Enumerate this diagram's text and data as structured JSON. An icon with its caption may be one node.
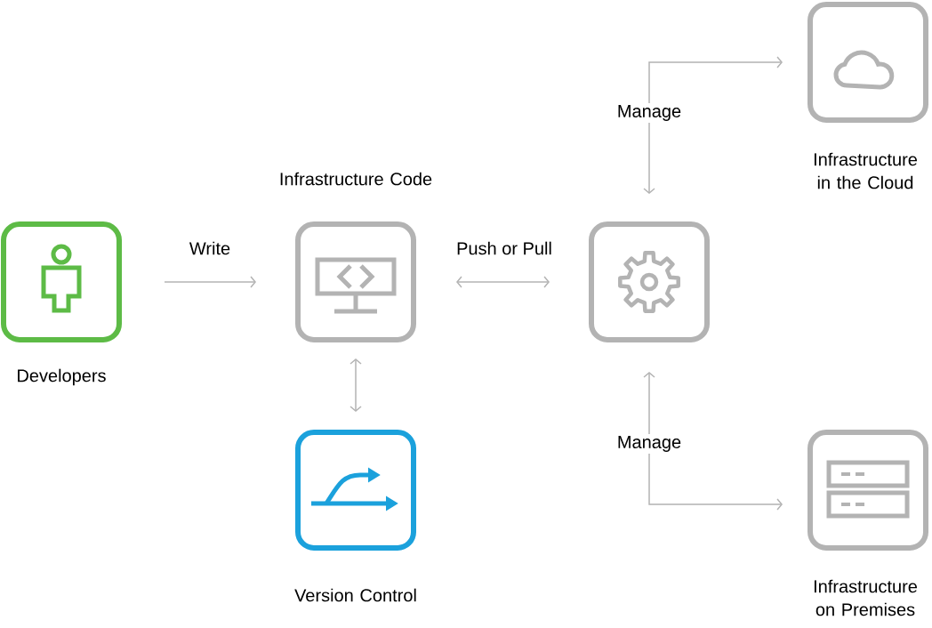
{
  "diagram": {
    "nodes": [
      {
        "text": [
          "Developers"
        ]
      },
      {
        "text": [
          "Infrastructure Code"
        ]
      },
      {
        "text": [],
        "shape": "box"
      },
      {
        "text": [
          "Version Control"
        ]
      },
      {
        "text": [
          "Infrastructure in the Cloud"
        ]
      },
      {
        "text": [
          "Infrastructure on Premises"
        ]
      }
    ],
    "edges": [
      {
        "from": 0,
        "to": 1,
        "arrow": "to",
        "label": "Write"
      },
      {
        "from": 1,
        "to": 2,
        "arrow": "both",
        "label": "Push or Pull"
      },
      {
        "from": 1,
        "to": 3,
        "arrow": "both"
      },
      {
        "from": 2,
        "to": 4,
        "arrow": "both",
        "label": "Manage"
      },
      {
        "from": 2,
        "to": 5,
        "arrow": "both",
        "label": "Manage"
      }
    ]
  }
}
